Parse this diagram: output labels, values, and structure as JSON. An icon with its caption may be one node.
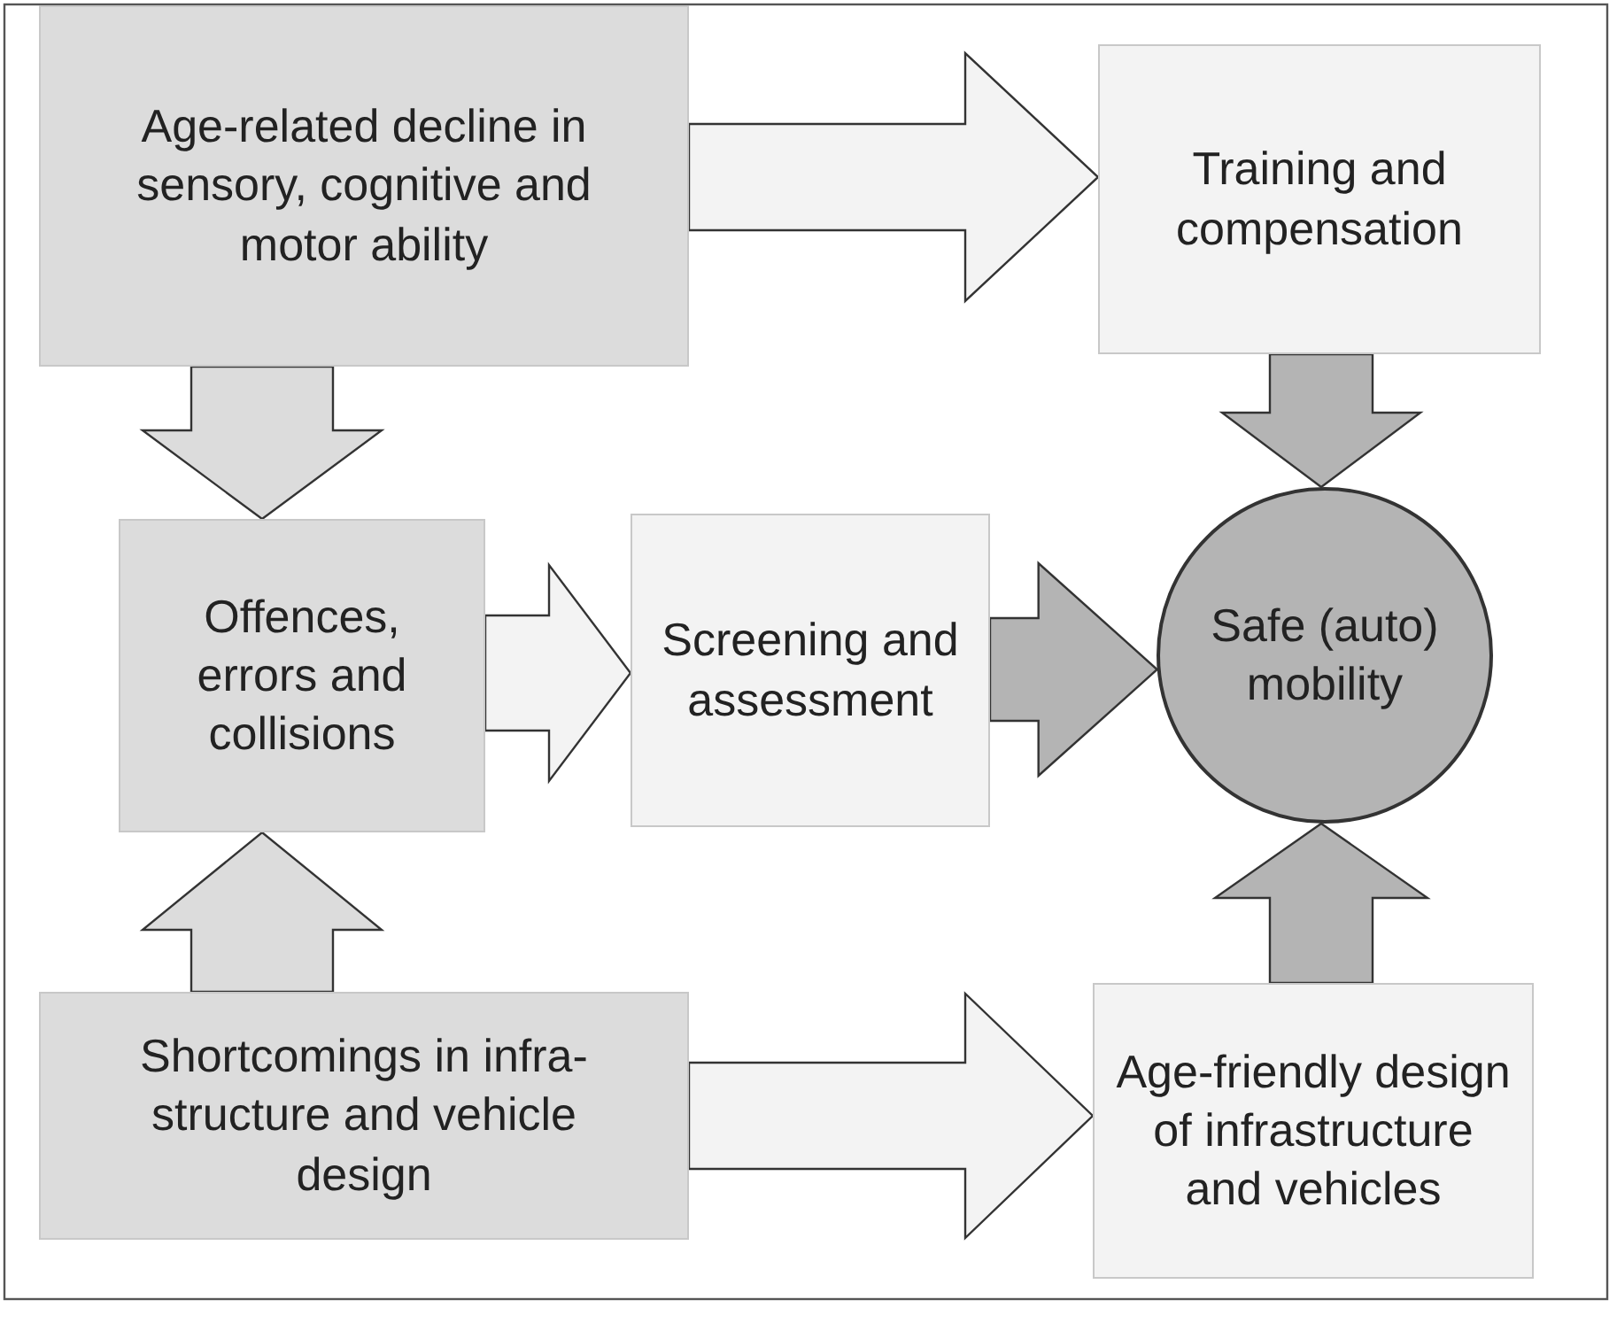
{
  "diagram": {
    "nodes": [
      {
        "text": [
          "Age-related decline in sensory, cognitive and motor ability"
        ]
      },
      {
        "text": [
          "Training and compensation"
        ]
      },
      {
        "text": [
          "Offences, errors and collisions"
        ]
      },
      {
        "text": [
          "Screening and assessment"
        ]
      },
      {
        "text": [
          "Safe (auto) mobility"
        ]
      },
      {
        "text": [
          "Shortcomings in infra- structure and vehicle design"
        ]
      },
      {
        "text": [
          "Age-friendly design of infrastructure and vehicles"
        ]
      }
    ],
    "edges": [
      {
        "from": 0,
        "to": 1,
        "arrow": "to"
      },
      {
        "from": 0,
        "to": 2,
        "arrow": "to",
        "color": "#dcdcdc"
      },
      {
        "from": 2,
        "to": 3,
        "arrow": "to"
      },
      {
        "from": 3,
        "to": 4,
        "arrow": "to",
        "color": "#b4b4b4"
      },
      {
        "from": 1,
        "to": 4,
        "arrow": "to",
        "color": "#b4b4b4"
      },
      {
        "from": 5,
        "to": 2,
        "arrow": "to",
        "color": "#dcdcdc"
      },
      {
        "from": 5,
        "to": 6,
        "arrow": "to"
      },
      {
        "from": 6,
        "to": 4,
        "arrow": "to",
        "color": "#b4b4b4"
      }
    ]
  }
}
